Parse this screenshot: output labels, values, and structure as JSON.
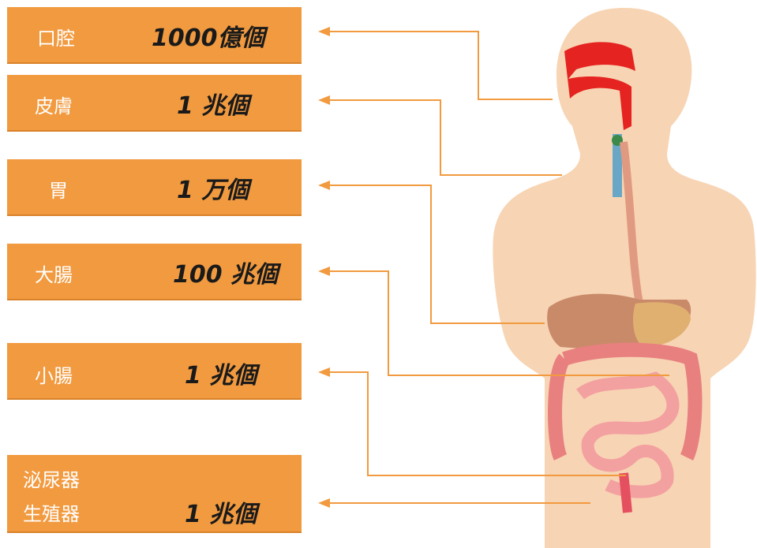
{
  "rows": [
    {
      "organ": "口腔",
      "count": "1000億個"
    },
    {
      "organ": "皮膚",
      "count": "1 兆個"
    },
    {
      "organ": "胃",
      "count": "1 万個"
    },
    {
      "organ": "大腸",
      "count": "100 兆個"
    },
    {
      "organ": "小腸",
      "count": "1 兆個"
    },
    {
      "organ_line1": "泌尿器",
      "organ_line2": "生殖器",
      "count": "1 兆個"
    }
  ],
  "colors": {
    "box": "#f29a3f",
    "line": "#f29a3f",
    "skin": "#f6d2b0",
    "organ_red": "#e02020"
  }
}
